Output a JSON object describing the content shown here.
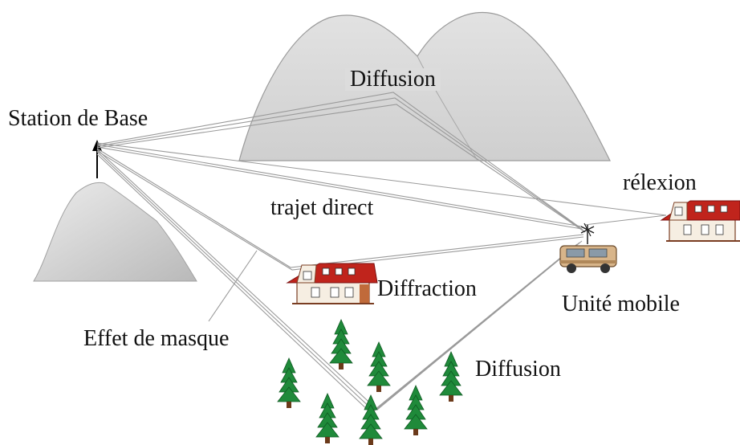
{
  "labels": {
    "base_station": "Station de Base",
    "diffusion_top": "Diffusion",
    "direct_path": "trajet direct",
    "reflection": "rélexion",
    "diffraction": "Diffraction",
    "mobile_unit": "Unité mobile",
    "shadowing": "Effet de masque",
    "diffusion_bottom": "Diffusion"
  },
  "icons": [
    "mountain-icon",
    "antenna-icon",
    "house-icon",
    "car-icon",
    "tree-icon"
  ],
  "colors": {
    "mountain": "#c8c8c8",
    "roof": "#c0241c",
    "tree": "#1f8a3a",
    "car": "#d8b58a",
    "ray": "#9a9a9a"
  }
}
